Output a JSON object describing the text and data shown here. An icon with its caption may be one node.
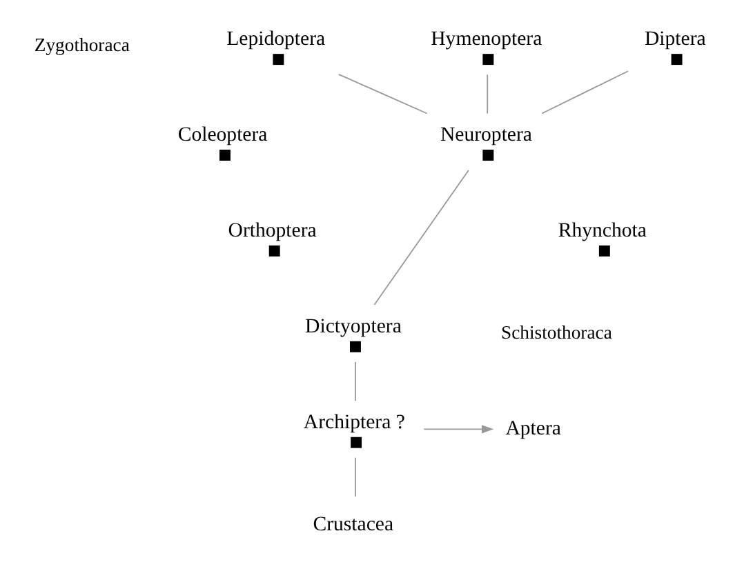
{
  "diagram": {
    "nodes": [
      {
        "text": [
          "Lepidoptera"
        ]
      },
      {
        "text": [
          "Hymenoptera"
        ]
      },
      {
        "text": [
          "Diptera"
        ]
      },
      {
        "text": [
          "Coleoptera"
        ]
      },
      {
        "text": [
          "Neuroptera"
        ]
      },
      {
        "text": [
          "Orthoptera"
        ]
      },
      {
        "text": [
          "Rhynchota"
        ]
      },
      {
        "text": [
          "Dictyoptera"
        ]
      },
      {
        "text": [
          "Aptera"
        ]
      },
      {
        "text": [
          "Archiptera ?"
        ]
      },
      {
        "text": [
          "Crustacea"
        ]
      }
    ],
    "edges": [
      {
        "from": 4,
        "to": 1,
        "arrow": "none"
      },
      {
        "from": 4,
        "to": 0,
        "arrow": "none"
      },
      {
        "from": 4,
        "to": 2,
        "arrow": "none"
      },
      {
        "from": 7,
        "to": 4,
        "arrow": "none"
      },
      {
        "from": 9,
        "to": 7,
        "arrow": "none"
      },
      {
        "from": 9,
        "to": 8,
        "arrow": "to"
      },
      {
        "from": 10,
        "to": 9,
        "arrow": "none"
      }
    ],
    "labels": [
      "Zygothoraca",
      "Schistothoraca"
    ]
  }
}
